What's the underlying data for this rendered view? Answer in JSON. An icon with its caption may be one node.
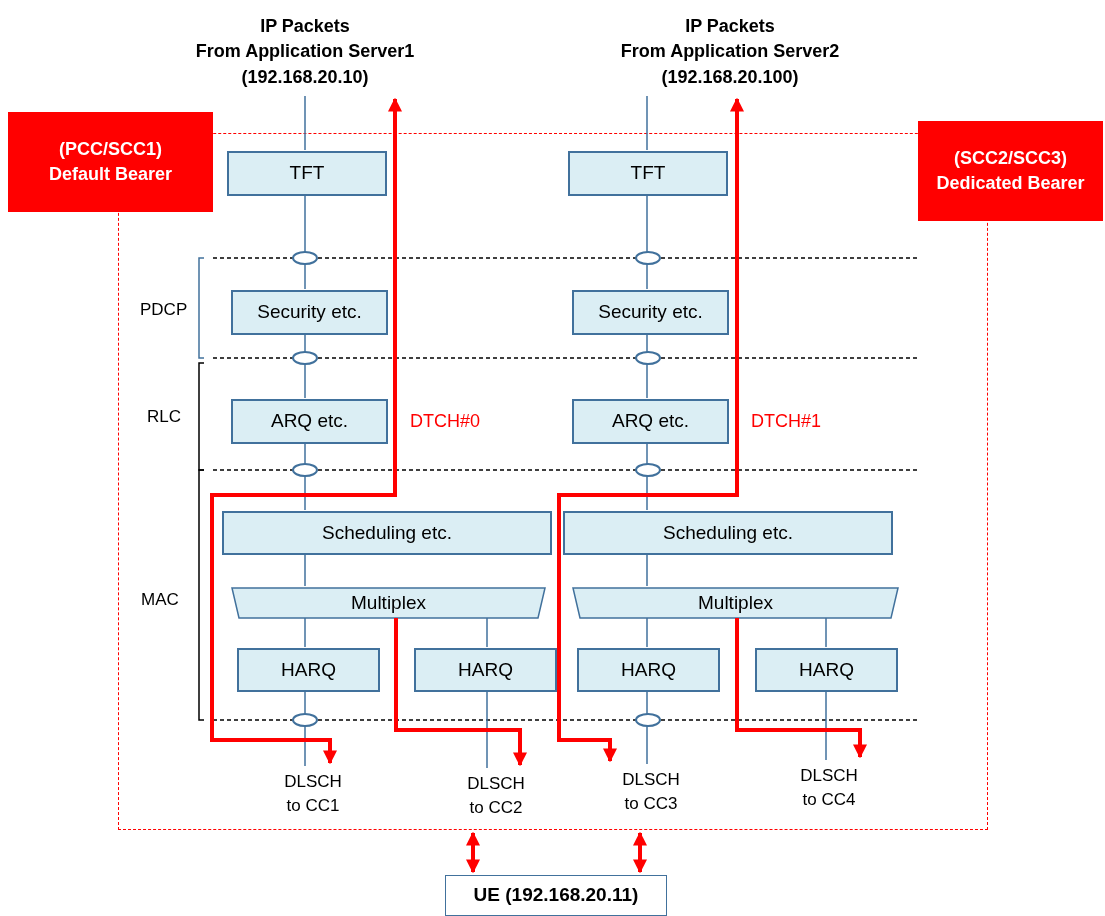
{
  "diagram": {
    "nodes": [
      {
        "text": [
          "IP Packets",
          "From Application Server1",
          "(192.168.20.10)"
        ]
      },
      {
        "text": [
          "IP Packets",
          "From Application Server2",
          "(192.168.20.100)"
        ]
      },
      {
        "text": [],
        "shape": "box"
      },
      {
        "text": [
          "(PCC/SCC1)",
          "Default Bearer"
        ]
      },
      {
        "text": [
          "(SCC2/SCC3)",
          "Dedicated Bearer"
        ]
      },
      {
        "text": [
          "TFT"
        ],
        "in": 2
      },
      {
        "text": [
          "TFT"
        ],
        "in": 2
      },
      {
        "text": [
          "Security etc."
        ],
        "in": 2
      },
      {
        "text": [
          "Security etc."
        ],
        "in": 2
      },
      {
        "text": [
          "ARQ etc."
        ],
        "in": 2,
        "beside": [
          "DTCH#0"
        ]
      },
      {
        "text": [
          "ARQ etc."
        ],
        "in": 2,
        "beside": [
          "DTCH#1"
        ]
      },
      {
        "text": [
          "Scheduling etc."
        ],
        "in": 2
      },
      {
        "text": [
          "Scheduling etc."
        ],
        "in": 2
      },
      {
        "text": [
          "Multiplex"
        ],
        "in": 2
      },
      {
        "text": [
          "Multiplex"
        ],
        "in": 2
      },
      {
        "text": [
          "HARQ"
        ],
        "in": 2
      },
      {
        "text": [
          "HARQ"
        ],
        "in": 2
      },
      {
        "text": [
          "HARQ"
        ],
        "in": 2
      },
      {
        "text": [
          "HARQ"
        ],
        "in": 2
      },
      {
        "text": [
          "DLSCH to CC1"
        ],
        "in": 2
      },
      {
        "text": [
          "DLSCH to CC2"
        ],
        "in": 2
      },
      {
        "text": [
          "DLSCH to CC3"
        ],
        "in": 2
      },
      {
        "text": [
          "DLSCH to CC4"
        ],
        "in": 2
      },
      {
        "text": [
          "UE (192.168.20.11)"
        ]
      }
    ],
    "edges": [
      {
        "from": 0,
        "to": 5,
        "arrow": "none"
      },
      {
        "from": 5,
        "to": 7,
        "arrow": "none"
      },
      {
        "from": 7,
        "to": 9,
        "arrow": "none"
      },
      {
        "from": 9,
        "to": 11,
        "arrow": "none"
      },
      {
        "from": 11,
        "to": 13,
        "arrow": "none"
      },
      {
        "from": 13,
        "to": 15,
        "arrow": "none"
      },
      {
        "from": 13,
        "to": 16,
        "arrow": "none"
      },
      {
        "from": 15,
        "to": 19,
        "arrow": "none"
      },
      {
        "from": 16,
        "to": 20,
        "arrow": "none"
      },
      {
        "from": 1,
        "to": 6,
        "arrow": "none"
      },
      {
        "from": 6,
        "to": 8,
        "arrow": "none"
      },
      {
        "from": 8,
        "to": 10,
        "arrow": "none"
      },
      {
        "from": 10,
        "to": 12,
        "arrow": "none"
      },
      {
        "from": 12,
        "to": 14,
        "arrow": "none"
      },
      {
        "from": 14,
        "to": 17,
        "arrow": "none"
      },
      {
        "from": 14,
        "to": 18,
        "arrow": "none"
      },
      {
        "from": 17,
        "to": 21,
        "arrow": "none"
      },
      {
        "from": 18,
        "to": 22,
        "arrow": "none"
      },
      {
        "from": 0,
        "to": 19,
        "arrow": "both",
        "style": "thick",
        "color": "#ff0000"
      },
      {
        "from": 13,
        "to": 20,
        "arrow": "to",
        "style": "thick",
        "color": "#ff0000"
      },
      {
        "from": 1,
        "to": 21,
        "arrow": "both",
        "style": "thick",
        "color": "#ff0000"
      },
      {
        "from": 14,
        "to": 22,
        "arrow": "to",
        "style": "thick",
        "color": "#ff0000"
      },
      {
        "from": 2,
        "to": 23,
        "arrow": "both",
        "style": "thick",
        "color": "#ff0000"
      },
      {
        "from": 2,
        "to": 23,
        "arrow": "both",
        "style": "thick",
        "color": "#ff0000"
      }
    ],
    "labels": [
      "PDCP",
      "RLC",
      "MAC"
    ]
  }
}
